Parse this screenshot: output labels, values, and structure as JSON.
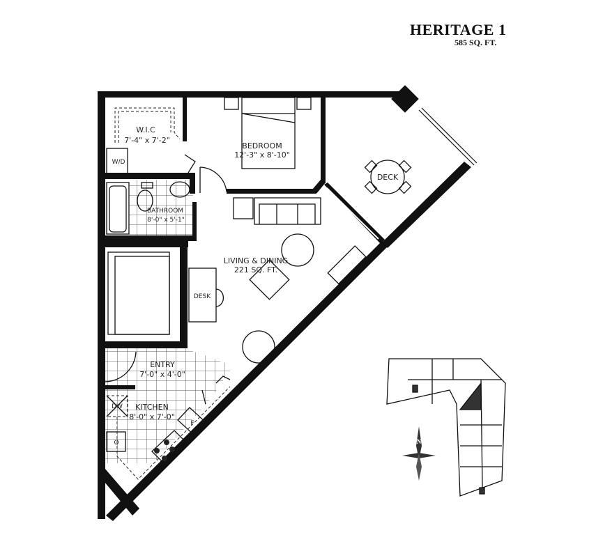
{
  "header": {
    "title": "HERITAGE 1",
    "area": "585 SQ. FT."
  },
  "rooms": {
    "wic": {
      "name": "W.I.C",
      "dims": "7'-4\" x 7'-2\""
    },
    "bedroom": {
      "name": "BEDROOM",
      "dims": "12'-3\" x 8'-10\""
    },
    "bathroom": {
      "name": "BATHROOM",
      "dims": "8'-0\" x 5'-1\""
    },
    "living": {
      "name": "LIVING & DINING",
      "dims": "221 SQ. FT."
    },
    "deck": {
      "name": "DECK"
    },
    "entry": {
      "name": "ENTRY",
      "dims": "7'-0\" x 4'-0\""
    },
    "kitchen": {
      "name": "KITCHEN",
      "dims": "8'-0\" x 7'-0\""
    }
  },
  "fixtures": {
    "washer_dryer": "W/D",
    "desk": "DESK",
    "dishwasher": "DW",
    "fridge": "F",
    "oven": "O"
  },
  "key_plan": {
    "compass": "N"
  }
}
